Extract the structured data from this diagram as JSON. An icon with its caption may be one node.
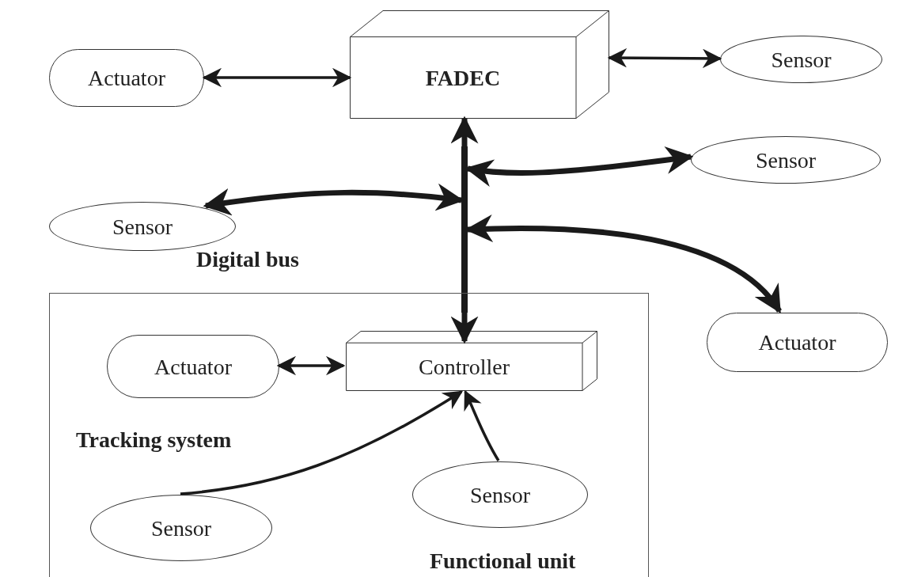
{
  "diagram": {
    "nodes": [
      {
        "text": [
          "FADEC"
        ]
      },
      {
        "text": [
          "Actuator"
        ]
      },
      {
        "text": [
          "Sensor"
        ]
      },
      {
        "text": [
          "Sensor"
        ]
      },
      {
        "text": [
          "Sensor"
        ]
      },
      {
        "text": [
          "Actuator"
        ]
      },
      {
        "text": [],
        "shape": "bar"
      },
      {
        "text": [
          "Functional unit"
        ]
      },
      {
        "text": [
          "Controller"
        ],
        "in": 7
      },
      {
        "text": [
          "Actuator"
        ],
        "in": 7
      },
      {
        "text": [
          "Sensor"
        ],
        "in": 7
      },
      {
        "text": [
          "Sensor"
        ],
        "in": 7
      }
    ],
    "edges": [
      {
        "from": 1,
        "to": 0,
        "arrow": "both"
      },
      {
        "from": 0,
        "to": 2,
        "arrow": "both"
      },
      {
        "from": 6,
        "to": 0,
        "arrow": "to",
        "style": "thick"
      },
      {
        "from": 6,
        "to": 8,
        "arrow": "to",
        "style": "thick"
      },
      {
        "from": 6,
        "to": 3,
        "arrow": "both",
        "style": "thick"
      },
      {
        "from": 6,
        "to": 4,
        "arrow": "both",
        "style": "thick"
      },
      {
        "from": 6,
        "to": 5,
        "arrow": "both",
        "style": "thick"
      },
      {
        "from": 9,
        "to": 8,
        "arrow": "both"
      },
      {
        "from": 11,
        "to": 8,
        "arrow": "to"
      },
      {
        "from": 10,
        "to": 8,
        "arrow": "to"
      }
    ],
    "labels": [
      "Digital bus",
      "Tracking system"
    ]
  }
}
